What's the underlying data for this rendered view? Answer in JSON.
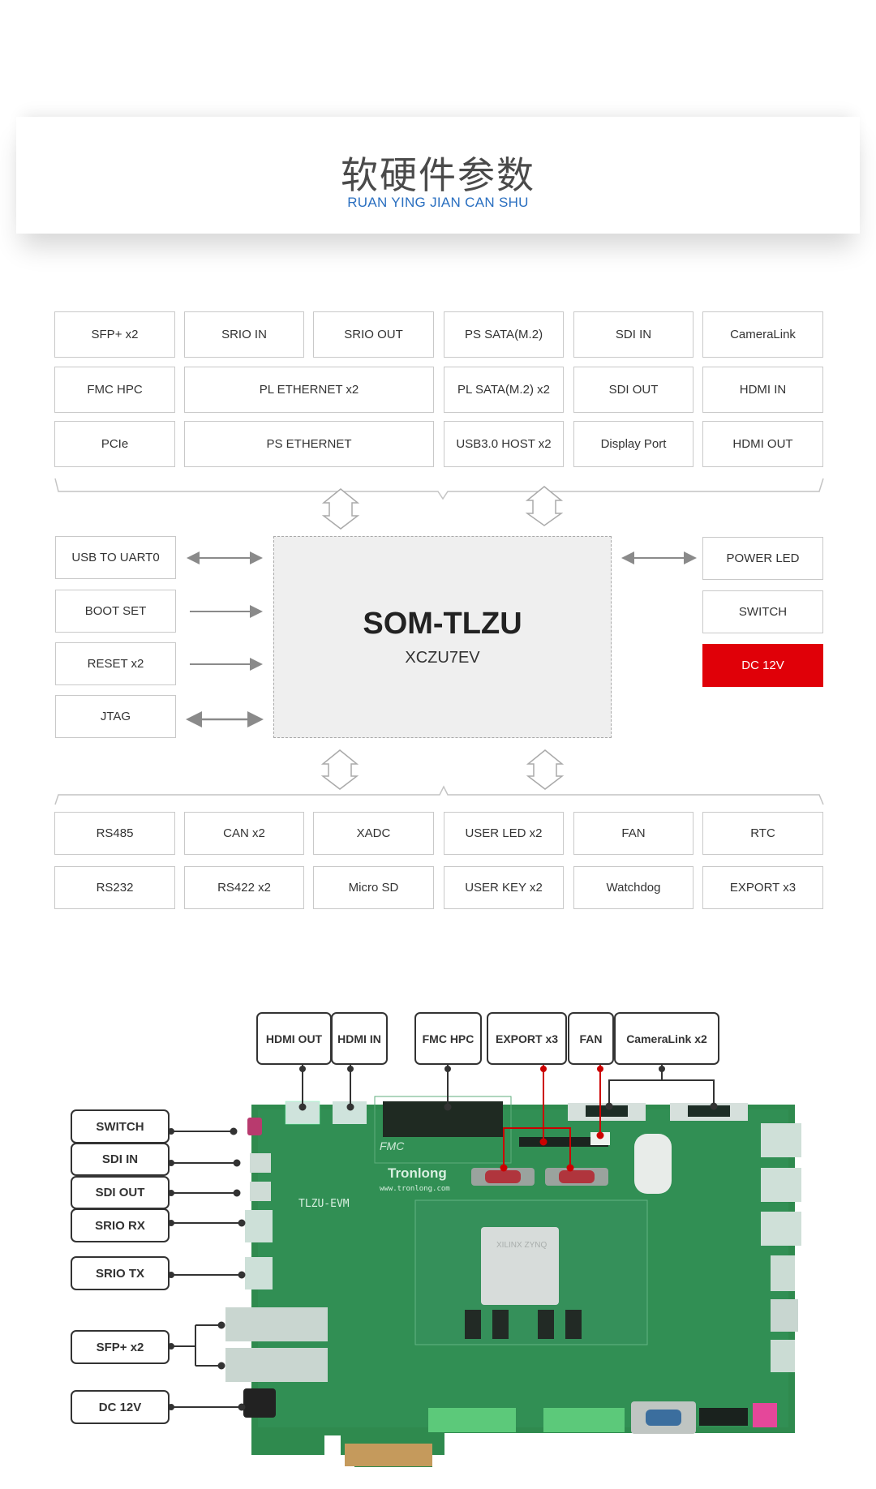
{
  "header": {
    "title": "软硬件参数",
    "subtitle": "RUAN YING JIAN CAN SHU"
  },
  "block_diagram": {
    "top_grid": [
      [
        "SFP+ x2",
        "SRIO IN",
        "SRIO OUT",
        "PS SATA(M.2)",
        "SDI IN",
        "CameraLink"
      ],
      [
        "FMC HPC",
        "PL ETHERNET x2",
        "PL SATA(M.2) x2",
        "SDI OUT",
        "HDMI IN"
      ],
      [
        "PCIe",
        "PS ETHERNET",
        "USB3.0  HOST x2",
        "Display Port",
        "HDMI OUT"
      ]
    ],
    "left_items": [
      "USB TO UART0",
      "BOOT SET",
      "RESET x2",
      "JTAG"
    ],
    "right_items": [
      "POWER LED",
      "SWITCH",
      "DC 12V"
    ],
    "core": {
      "title": "SOM-TLZU",
      "subtitle": "XCZU7EV"
    },
    "bottom_grid": [
      [
        "RS485",
        "CAN x2",
        "XADC",
        "USER LED x2",
        "FAN",
        "RTC"
      ],
      [
        "RS232",
        "RS422 x2",
        "Micro SD",
        "USER KEY x2",
        "Watchdog",
        "EXPORT x3"
      ]
    ],
    "highlight_color": "#e00008"
  },
  "board_photo": {
    "board_name": "TLZU-EVM",
    "brand": "Tronlong",
    "brand_url_text": "www.tronlong.com",
    "fmc_text": "FMC",
    "chip_text": "XILINX ZYNQ",
    "top_labels": [
      "HDMI OUT",
      "HDMI IN",
      "FMC HPC",
      "EXPORT x3",
      "FAN",
      "CameraLink x2"
    ],
    "left_labels": [
      "SWITCH",
      "SDI IN",
      "SDI OUT",
      "SRIO RX",
      "SRIO TX",
      "SFP+ x2",
      "DC 12V"
    ],
    "line_color": "#333333",
    "highlight_line_color": "#cc0000"
  }
}
